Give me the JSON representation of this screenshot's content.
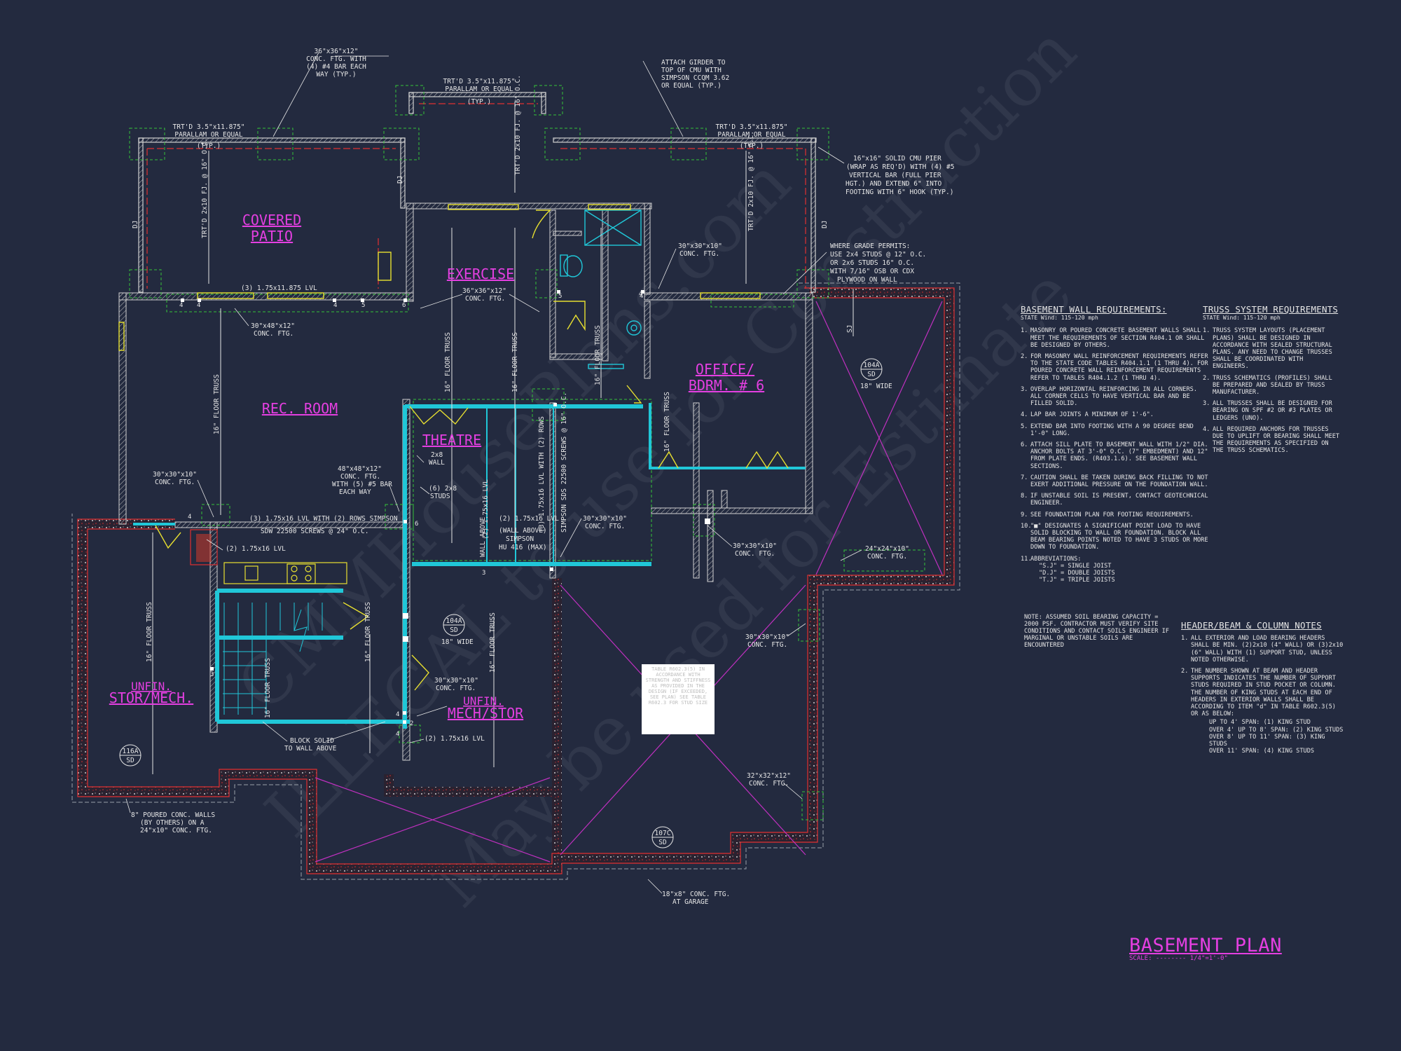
{
  "sheet": {
    "title": "BASEMENT PLAN",
    "scale": "SCALE: -------- 1/4\"=1'-0\""
  },
  "colors": {
    "background": "#232a3f",
    "wall": "#c8c8c8",
    "cyan": "#20c7d8",
    "magenta": "#e43fe1",
    "footing": "#35c238",
    "red": "#e03030",
    "yellow": "#e8e030"
  },
  "watermark": [
    "CMMHousePlans.com",
    "ILLEGAL to use for Construction",
    "May be used for Estimate"
  ],
  "rooms": {
    "covered_patio_1": "COVERED",
    "covered_patio_2": "PATIO",
    "exercise": "EXERCISE",
    "office_1": "OFFICE/",
    "office_2": "BDRM. # 6",
    "rec_room": "REC. ROOM",
    "theatre": "THEATRE",
    "unfin_stor_1": "UNFIN.",
    "unfin_stor_2": "STOR/MECH.",
    "unfin_mech_1": "UNFIN.",
    "unfin_mech_2": "MECH/STOR"
  },
  "callouts": {
    "ftg_36_top": [
      "36\"x36\"x12\"",
      "CONC. FTG. WITH",
      "(4) #4 BAR EACH",
      "WAY (TYP.)"
    ],
    "parallam_center": [
      "TRT'D 3.5\"x11.875\"",
      "PARALLAM OR EQUAL",
      "(TYP.)"
    ],
    "girder": [
      "ATTACH GIRDER TO",
      "TOP OF CMU WITH",
      "SIMPSON CCQM 3.62",
      "OR EQUAL (TYP.)"
    ],
    "parallam_left": [
      "TRT'D 3.5\"x11.875\"",
      "PARALLAM OR EQUAL",
      "(TYP.)"
    ],
    "parallam_right": [
      "TRT'D 3.5\"x11.875\"",
      "PARALLAM OR EQUAL",
      "(TYP.)"
    ],
    "cmu_pier": [
      "16\"x16\" SOLID CMU PIER",
      "(WRAP AS REQ'D) WITH (4) #5",
      "VERTICAL BAR (FULL PIER",
      "HGT.) AND EXTEND 6\" INTO",
      "FOOTING WITH 6\" HOOK (TYP.)"
    ],
    "ftg_30_exercise": [
      "30\"x30\"x10\"",
      "CONC. FTG."
    ],
    "grade_permits": [
      "WHERE GRADE PERMITS:",
      "USE 2x4 STUDS @ 12\" O.C.",
      "OR 2x6 STUDS 16\" O.C.",
      "WITH 7/16\" OSB OR CDX",
      "PLYWOOD ON WALL"
    ],
    "lvl_patio": "(3) 1.75x11.875 LVL",
    "ftg_36_exercise": [
      "36\"x36\"x12\"",
      "CONC. FTG."
    ],
    "ftg_30x48": [
      "30\"x48\"x12\"",
      "CONC. FTG."
    ],
    "ftg_48": [
      "48\"x48\"x12\"",
      "CONC. FTG.",
      "WITH (5) #5 BAR",
      "EACH WAY"
    ],
    "ftg_30_left": [
      "30\"x30\"x10\"",
      "CONC. FTG."
    ],
    "wall_2x8": [
      "2x8",
      "WALL"
    ],
    "studs_2x8": [
      "(6) 2x8",
      "STUDS"
    ],
    "lvl_sdw": [
      "(3) 1.75x16 LVL WITH (2) ROWS SIMPSON",
      "SDW 22500 SCREWS @ 24\" O.C."
    ],
    "lvl_2_left": "(2) 1.75x16 LVL",
    "lvl_2_center": "(2) 1.75x16 LVL",
    "simpson_hu": [
      "(WALL ABOVE)",
      "SIMPSON",
      "HU 416 (MAX)"
    ],
    "ftg_30_theatre": [
      "30\"x30\"x10\"",
      "CONC. FTG."
    ],
    "ftg_30_office": [
      "30\"x30\"x10\"",
      "CONC. FTG."
    ],
    "ftg_24": [
      "24\"x24\"x10\"",
      "CONC. FTG."
    ],
    "ftg_30_mech": [
      "30\"x30\"x10\"",
      "CONC. FTG."
    ],
    "ftg_30_garage": [
      "30\"x30\"x10\"",
      "CONC. FTG."
    ],
    "ftg_32": [
      "32\"x32\"x12\"",
      "CONC. FTG."
    ],
    "lvl_2_bottom": "(2) 1.75x16 LVL",
    "block_solid": [
      "BLOCK SOLID",
      "TO WALL ABOVE"
    ],
    "poured_walls": [
      "8\" POURED CONC. WALLS",
      "(BY OTHERS) ON A",
      "24\"x10\" CONC. FTG."
    ],
    "garage_ftg": [
      "18\"x8\" CONC. FTG.",
      "AT GARAGE"
    ],
    "wide_18_a": "18\" WIDE",
    "wide_18_b": "18\" WIDE",
    "truss_16": "16\" FLOOR TRUSS",
    "joist_2x10": "TRT'D 2x10 FJ. @ 16\" O.C.",
    "dj": "DJ",
    "sj": "SJ",
    "screws_v": "SIMPSON SDS 22500 SCREWS @ 16\" O.C.",
    "lvl_v_3": "(3) 1.75x16 LVL WITH (2) ROWS",
    "lvl_v_2": "(2) 1.75x16 LVL",
    "wall_above_v": "WALL ABOVE"
  },
  "tags": {
    "tag_104a_top": [
      "104A",
      "SD"
    ],
    "tag_104a_mid": [
      "104A",
      "SD"
    ],
    "tag_116a": [
      "116A",
      "SD"
    ],
    "tag_107c": [
      "107C",
      "SD"
    ]
  },
  "bearing_numbers": [
    "4",
    "4",
    "4",
    "5",
    "6",
    "5",
    "4",
    "6",
    "6",
    "4",
    "3",
    "3",
    "3",
    "4",
    "2",
    "4",
    "2",
    "3"
  ],
  "sticker_text": "TABLE R602.3(5) IN ACCORDANCE WITH STRENGTH AND STIFFNESS AS PROVIDED IN THE DESIGN (IF EXCEEDED, SEE PLAN) SEE TABLE R602.3 FOR STUD SIZE",
  "soil_note": "NOTE: ASSUMED SOIL BEARING CAPACITY = 2000 PSF. CONTRACTOR MUST VERIFY SITE CONDITIONS AND CONTACT SOILS ENGINEER IF MARGINAL OR UNSTABLE SOILS ARE ENCOUNTERED",
  "basement_notes": {
    "title": "BASEMENT WALL REQUIREMENTS:",
    "subtitle": "STATE Wind: 115-120 mph",
    "items": [
      {
        "n": "1.",
        "t": "MASONRY OR POURED CONCRETE BASEMENT WALLS SHALL MEET THE REQUIREMENTS OF SECTION R404.1 OR SHALL BE DESIGNED BY OTHERS."
      },
      {
        "n": "2.",
        "t": "FOR MASONRY WALL REINFORCEMENT REQUIREMENTS REFER TO THE STATE CODE TABLES R404.1.1 (1 THRU 4). FOR POURED CONCRETE WALL REINFORCEMENT REQUIREMENTS REFER TO TABLES R404.1.2 (1 THRU 4)."
      },
      {
        "n": "3.",
        "t": "OVERLAP HORIZONTAL REINFORCING IN ALL CORNERS. ALL CORNER CELLS TO HAVE VERTICAL BAR AND BE FILLED SOLID."
      },
      {
        "n": "4.",
        "t": "LAP BAR JOINTS A MINIMUM OF 1'-6\"."
      },
      {
        "n": "5.",
        "t": "EXTEND BAR INTO FOOTING WITH A 90 DEGREE BEND 1'-0\" LONG."
      },
      {
        "n": "6.",
        "t": "ATTACH SILL PLATE TO BASEMENT WALL WITH 1/2\" DIA. ANCHOR BOLTS AT 3'-0\" O.C. (7\" EMBEDMENT) AND 12\" FROM PLATE ENDS. (R403.1.6). SEE BASEMENT WALL SECTIONS."
      },
      {
        "n": "7.",
        "t": "CAUTION SHALL BE TAKEN DURING BACK FILLING TO NOT EXERT ADDITIONAL PRESSURE ON THE FOUNDATION WALL."
      },
      {
        "n": "8.",
        "t": "IF UNSTABLE SOIL IS PRESENT, CONTACT GEOTECHNICAL ENGINEER."
      },
      {
        "n": "9.",
        "t": "SEE FOUNDATION PLAN FOR FOOTING REQUIREMENTS."
      },
      {
        "n": "10.",
        "t": "\"■\" DESIGNATES A SIGNIFICANT POINT LOAD TO HAVE SOLID BLOCKING TO WALL OR FOUNDATION. BLOCK ALL BEAM BEARING POINTS NOTED TO HAVE 3 STUDS OR MORE DOWN TO FOUNDATION."
      },
      {
        "n": "11.",
        "t": "ABBREVIATIONS:"
      }
    ],
    "abbreviations": [
      "\"S.J\" = SINGLE JOIST",
      "\"D.J\" = DOUBLE JOISTS",
      "\"T.J\" = TRIPLE JOISTS"
    ]
  },
  "truss_notes": {
    "title": "TRUSS SYSTEM REQUIREMENTS",
    "subtitle": "STATE Wind: 115-120 mph",
    "items": [
      {
        "n": "1.",
        "t": "TRUSS SYSTEM LAYOUTS (PLACEMENT PLANS) SHALL BE DESIGNED IN ACCORDANCE WITH SEALED STRUCTURAL PLANS. ANY NEED TO CHANGE TRUSSES SHALL BE COORDINATED WITH ENGINEERS."
      },
      {
        "n": "2.",
        "t": "TRUSS SCHEMATICS (PROFILES) SHALL BE PREPARED AND SEALED BY TRUSS MANUFACTURER."
      },
      {
        "n": "3.",
        "t": "ALL TRUSSES SHALL BE DESIGNED FOR BEARING ON SPF #2 OR #3 PLATES OR LEDGERS (UNO)."
      },
      {
        "n": "4.",
        "t": "ALL REQUIRED ANCHORS FOR TRUSSES DUE TO UPLIFT OR BEARING SHALL MEET THE REQUIREMENTS AS SPECIFIED ON THE TRUSS SCHEMATICS."
      }
    ]
  },
  "header_notes": {
    "title": "HEADER/BEAM & COLUMN NOTES",
    "items": [
      {
        "n": "1.",
        "t": "ALL EXTERIOR AND LOAD BEARING HEADERS SHALL BE MIN. (2)2x10 (4\" WALL) OR (3)2x10 (6\" WALL) WITH (1) SUPPORT STUD, UNLESS NOTED OTHERWISE."
      },
      {
        "n": "2.",
        "t": "THE NUMBER SHOWN AT BEAM AND HEADER SUPPORTS INDICATES THE NUMBER OF SUPPORT STUDS REQUIRED IN STUD POCKET OR COLUMN. THE NUMBER OF KING STUDS AT EACH END OF HEADERS IN EXTERIOR WALLS SHALL BE ACCORDING TO ITEM \"d\" IN TABLE R602.3(5) OR AS BELOW:"
      }
    ],
    "spans": [
      "UP TO 4' SPAN: (1) KING STUD",
      "OVER 4' UP TO 8' SPAN: (2) KING STUDS",
      "OVER 8' UP TO 11' SPAN: (3) KING STUDS",
      "OVER 11' SPAN: (4) KING STUDS"
    ]
  }
}
